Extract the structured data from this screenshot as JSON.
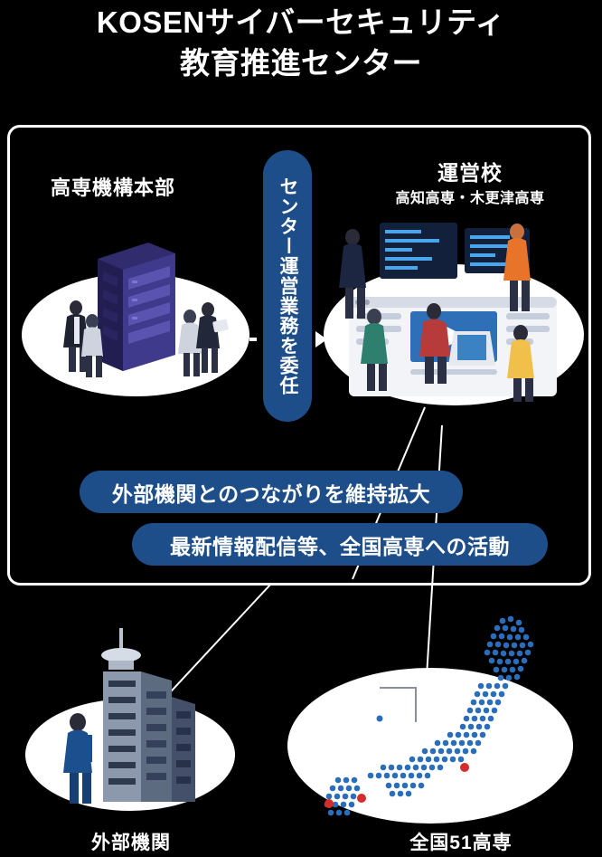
{
  "title": {
    "line1": "KOSENサイバーセキュリティ",
    "line2": "教育推進センター"
  },
  "sections": {
    "hq_label": "高専機構本部",
    "operator_label": "運営校",
    "operator_sublabel": "高知高専・木更津高専",
    "external_label": "外部機関",
    "kosen_label": "全国51高専"
  },
  "pills": {
    "vertical_delegation": "センター運営業務を委任",
    "horizontal_1": "外部機関とのつながりを維持拡大",
    "horizontal_2": "最新情報配信等、全国高専への活動"
  },
  "colors": {
    "background": "#000000",
    "pill_blue": "#1d4e89",
    "ellipse_white": "#ffffff",
    "text_white": "#ffffff",
    "map_dot_blue": "#2a6ebb",
    "map_dot_red": "#d42b2b",
    "rack_purple": "#3b357a",
    "accent_orange": "#e8742a"
  },
  "icons": {
    "arrow": "arrow-right-icon",
    "server": "server-rack-icon",
    "building": "office-building-icon",
    "map": "japan-map-icon",
    "browser": "browser-window-icon",
    "play": "play-triangle-icon"
  }
}
